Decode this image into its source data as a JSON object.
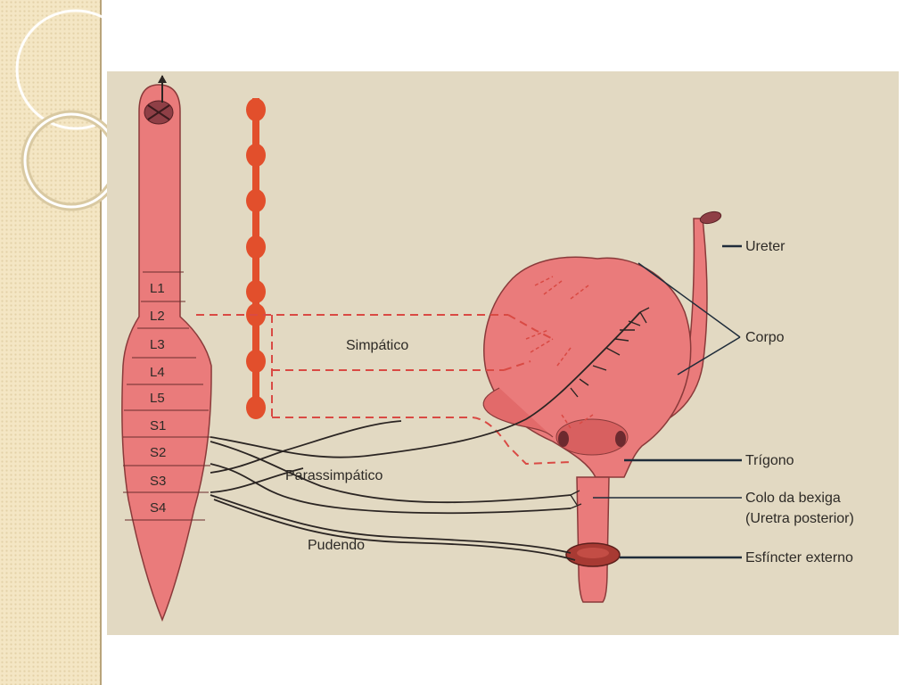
{
  "colors": {
    "tissue": "#ea7b7b",
    "tissue_dark": "#c24e4e",
    "chain": "#e24f2c",
    "sympathetic": "#d94a44",
    "nerve": "#2b2523",
    "figure_bg": "#e2d9c2",
    "sidebar_bg": "#f4e6c4"
  },
  "figure": {
    "segments": [
      "L1",
      "L2",
      "L3",
      "L4",
      "L5",
      "S1",
      "S2",
      "S3",
      "S4"
    ],
    "nerves": {
      "sympathetic": "Simpático",
      "parasympathetic": "Parassimpático",
      "pudendal": "Pudendo"
    },
    "callouts": {
      "ureter": "Ureter",
      "body": "Corpo",
      "trigone": "Trígono",
      "neck_line1": "Colo da bexiga",
      "neck_line2": "(Uretra posterior)",
      "sphincter": "Esfíncter externo"
    }
  }
}
